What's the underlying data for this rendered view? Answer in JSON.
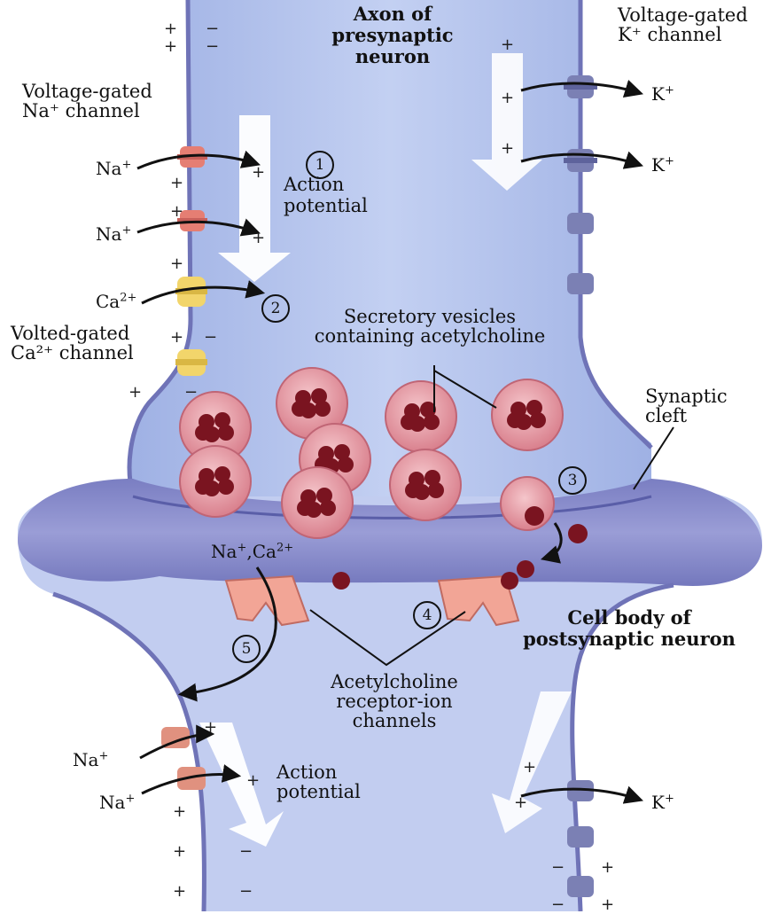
{
  "labels": {
    "axon_title": "Axon of presynaptic neuron",
    "voltage_gated_k": "Voltage-gated K⁺ channel",
    "voltage_gated_na": "Voltage-gated Na⁺ channel",
    "action_potential_top": "Action potential",
    "volted_gated_ca": "Volted-gated Ca²⁺ channel",
    "secretory_vesicles": "Secretory vesicles containing acetylcholine",
    "synaptic_cleft": "Synaptic cleft",
    "cell_body_post": "Cell body of postsynaptic neuron",
    "ach_receptor": "Acetylcholine receptor-ion channels",
    "action_potential_bottom": "Action potential"
  },
  "ions": {
    "na": "Na",
    "na_charge": "+",
    "k": "K",
    "k_charge": "+",
    "ca": "Ca",
    "ca_charge": "2+",
    "na_ca": "Na",
    "na_ca_mid": ",Ca",
    "na_ca_charge2": "2+"
  },
  "steps": [
    "1",
    "2",
    "3",
    "4",
    "5"
  ],
  "signs": {
    "plus": "+",
    "minus": "−"
  },
  "colors": {
    "neuron_fill": "#b5c5ec",
    "neuron_light": "#d4def6",
    "membrane": "#6f73b7",
    "cleft": "#8a8ccb",
    "vesicle": "#e59aa6",
    "vesicle_core": "#7a1420",
    "na_channel": "#e57e73",
    "ca_channel": "#f2d56b",
    "k_channel": "#7b80b4",
    "receptor": "#f2a596"
  }
}
